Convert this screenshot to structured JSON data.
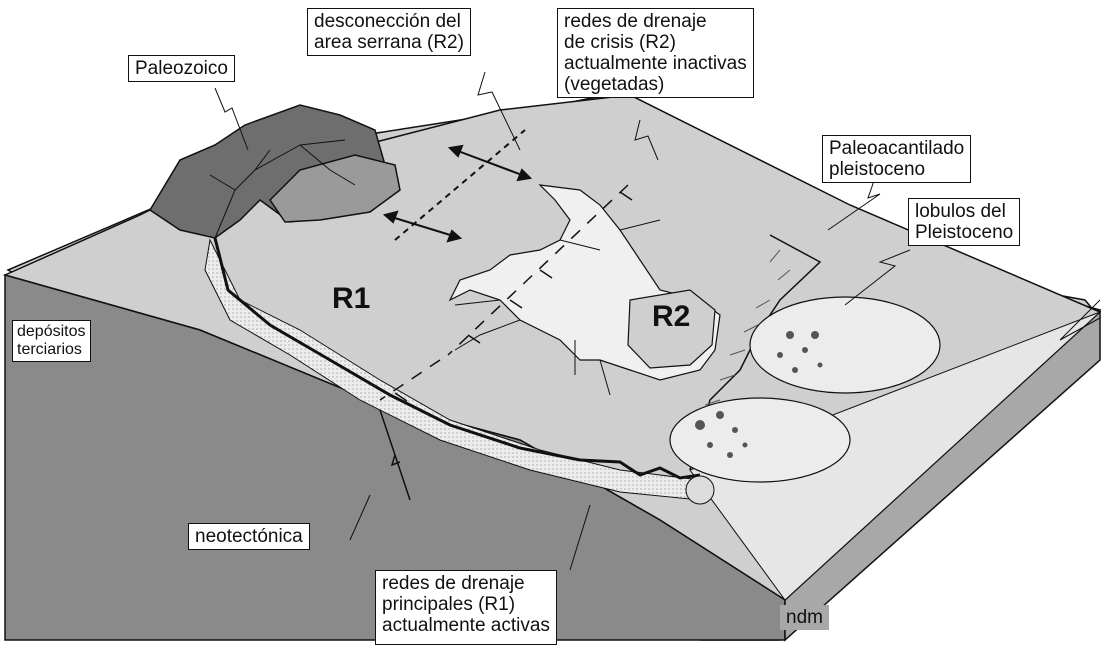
{
  "labels": {
    "paleozoico": "Paleozoico",
    "desconeccion": [
      "desconección del",
      "area serrana (R2)"
    ],
    "redes_crisis": [
      "redes de drenaje",
      "de crisis (R2)",
      "actualmente inactivas",
      "(vegetadas)"
    ],
    "paleoacantilado": [
      "Paleoacantilado",
      "pleistoceno"
    ],
    "lobulos": [
      "lobulos del",
      "Pleistoceno"
    ],
    "depositos": [
      "depósitos",
      "terciarios"
    ],
    "neotectonica": "neotectónica",
    "redes_principales": [
      "redes de drenaje",
      "principales (R1)",
      "actualmente activas"
    ],
    "ndm": "ndm",
    "r1": "R1",
    "r2": "R2"
  },
  "colors": {
    "surface": "#cfcfcf",
    "front_face": "#8a8a8a",
    "side_face": "#a8a8a8",
    "paleozoic": "#6e6e6e",
    "paleozoic_light": "#9a9a9a",
    "drainage_fill": "#f0f0f0",
    "lobe": "#ececec",
    "ink": "#111111"
  }
}
